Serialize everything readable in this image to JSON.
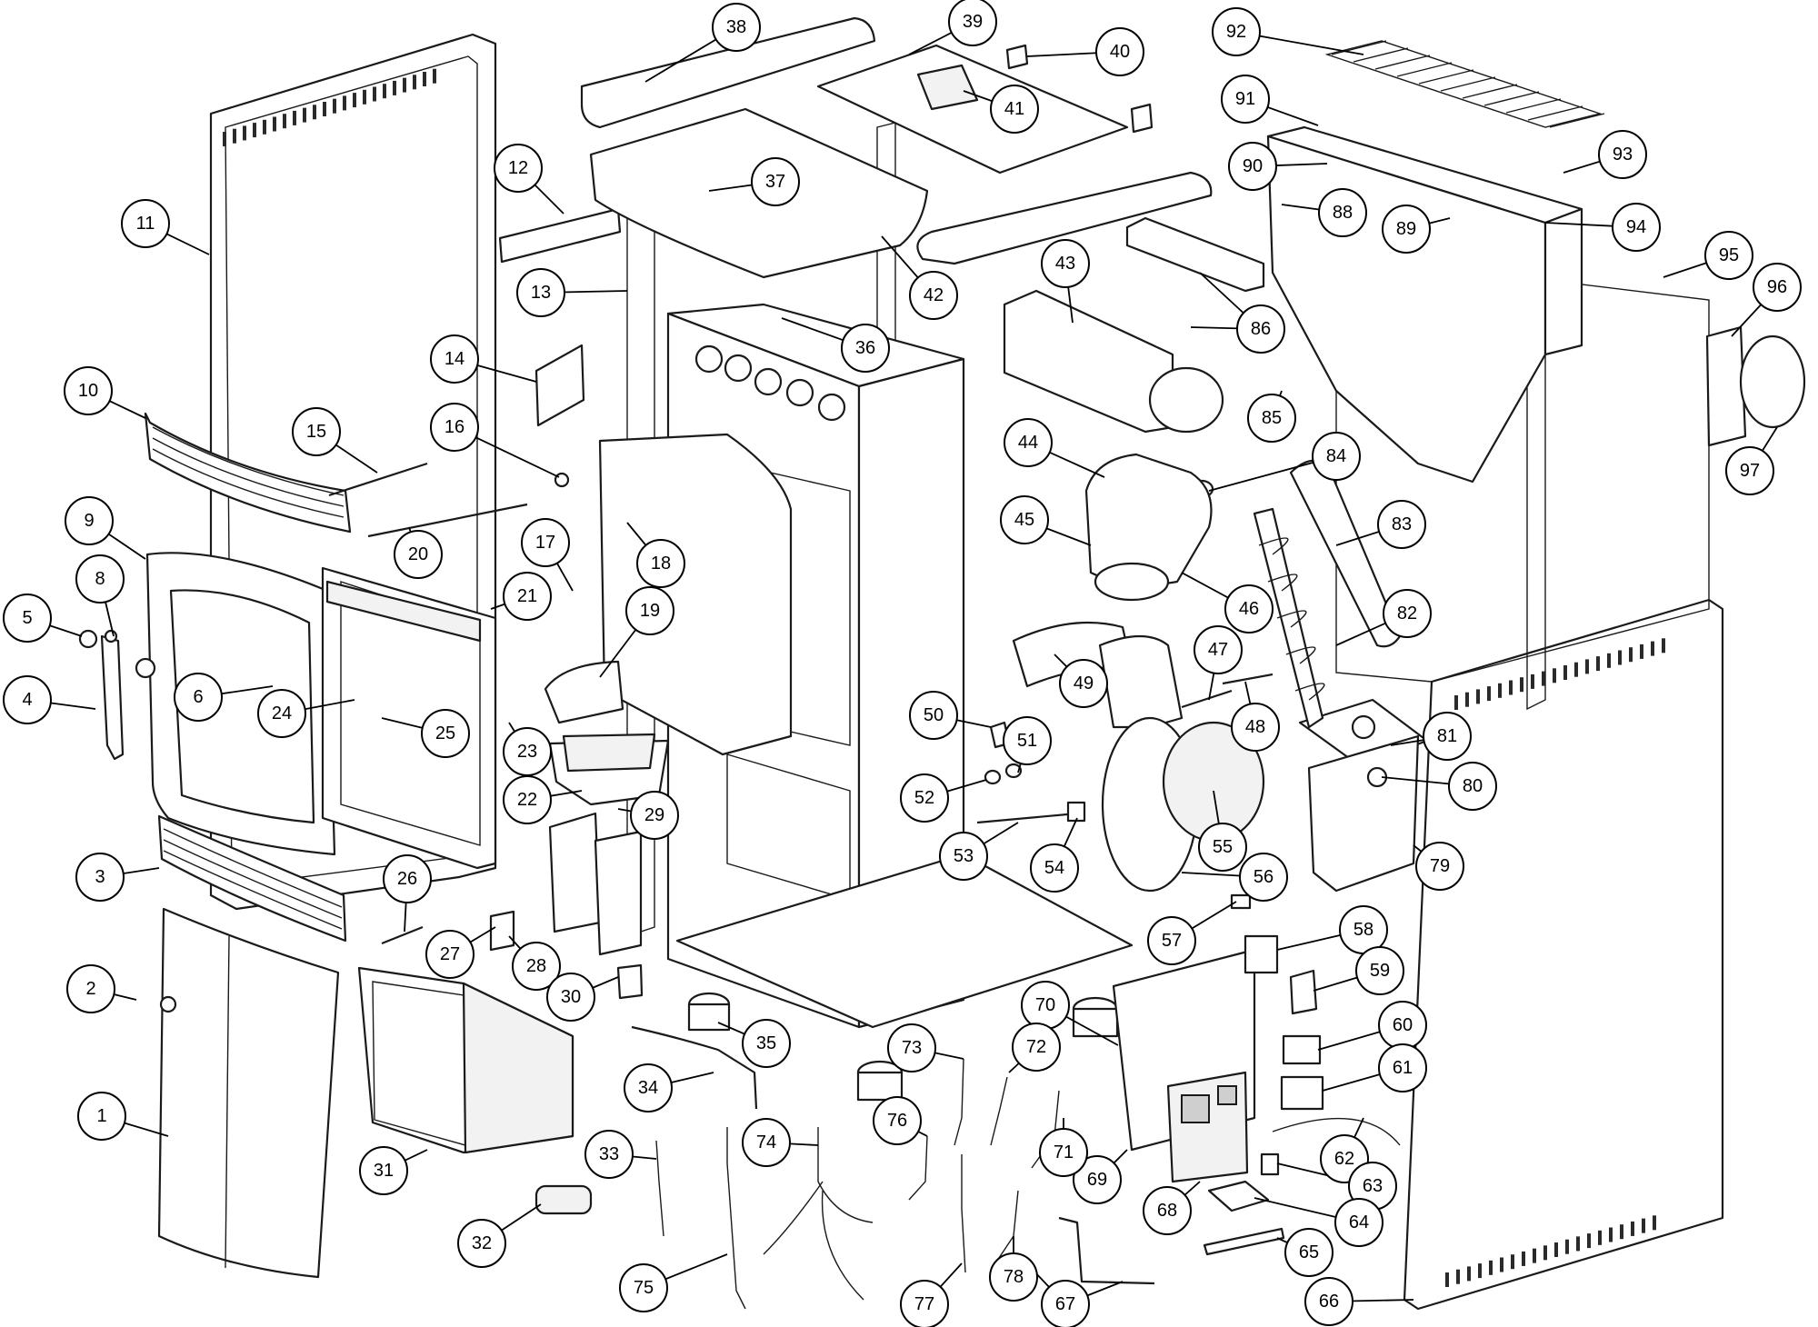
{
  "parts": [
    {
      "n": "1"
    },
    {
      "n": "2"
    },
    {
      "n": "3"
    },
    {
      "n": "4"
    },
    {
      "n": "5"
    },
    {
      "n": "6"
    },
    {
      "n": "8"
    },
    {
      "n": "9"
    },
    {
      "n": "10"
    },
    {
      "n": "11"
    },
    {
      "n": "12"
    },
    {
      "n": "13"
    },
    {
      "n": "14"
    },
    {
      "n": "15"
    },
    {
      "n": "16"
    },
    {
      "n": "17"
    },
    {
      "n": "18"
    },
    {
      "n": "19"
    },
    {
      "n": "20"
    },
    {
      "n": "21"
    },
    {
      "n": "22"
    },
    {
      "n": "23"
    },
    {
      "n": "24"
    },
    {
      "n": "25"
    },
    {
      "n": "26"
    },
    {
      "n": "27"
    },
    {
      "n": "28"
    },
    {
      "n": "29"
    },
    {
      "n": "30"
    },
    {
      "n": "31"
    },
    {
      "n": "32"
    },
    {
      "n": "33"
    },
    {
      "n": "34"
    },
    {
      "n": "35"
    },
    {
      "n": "36"
    },
    {
      "n": "37"
    },
    {
      "n": "38"
    },
    {
      "n": "39"
    },
    {
      "n": "40"
    },
    {
      "n": "41"
    },
    {
      "n": "42"
    },
    {
      "n": "43"
    },
    {
      "n": "44"
    },
    {
      "n": "45"
    },
    {
      "n": "46"
    },
    {
      "n": "47"
    },
    {
      "n": "48"
    },
    {
      "n": "49"
    },
    {
      "n": "50"
    },
    {
      "n": "51"
    },
    {
      "n": "52"
    },
    {
      "n": "53"
    },
    {
      "n": "54"
    },
    {
      "n": "55"
    },
    {
      "n": "56"
    },
    {
      "n": "57"
    },
    {
      "n": "58"
    },
    {
      "n": "59"
    },
    {
      "n": "60"
    },
    {
      "n": "61"
    },
    {
      "n": "62"
    },
    {
      "n": "63"
    },
    {
      "n": "64"
    },
    {
      "n": "65"
    },
    {
      "n": "66"
    },
    {
      "n": "67"
    },
    {
      "n": "68"
    },
    {
      "n": "69"
    },
    {
      "n": "70"
    },
    {
      "n": "71"
    },
    {
      "n": "72"
    },
    {
      "n": "73"
    },
    {
      "n": "74"
    },
    {
      "n": "75"
    },
    {
      "n": "76"
    },
    {
      "n": "77"
    },
    {
      "n": "78"
    },
    {
      "n": "79"
    },
    {
      "n": "80"
    },
    {
      "n": "81"
    },
    {
      "n": "82"
    },
    {
      "n": "83"
    },
    {
      "n": "84"
    },
    {
      "n": "85"
    },
    {
      "n": "86"
    },
    {
      "n": "88"
    },
    {
      "n": "89"
    },
    {
      "n": "90"
    },
    {
      "n": "91"
    },
    {
      "n": "92"
    },
    {
      "n": "93"
    },
    {
      "n": "94"
    },
    {
      "n": "95"
    },
    {
      "n": "96"
    },
    {
      "n": "97"
    }
  ]
}
